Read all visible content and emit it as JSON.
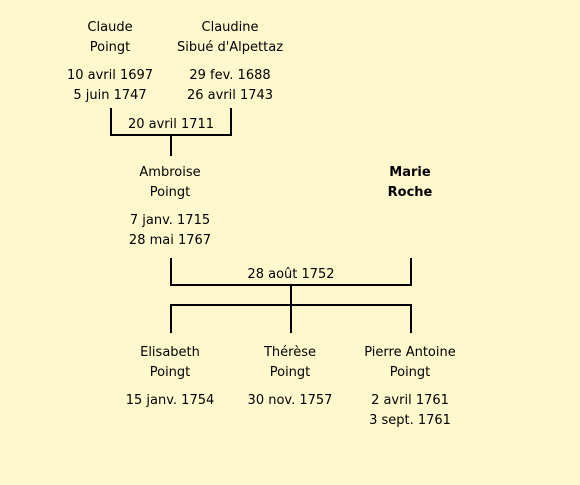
{
  "colors": {
    "background": "#fff8cc",
    "line": "#000000",
    "text": "#000000"
  },
  "parents": {
    "father": {
      "first_name": "Claude",
      "last_name": "Poingt",
      "birth": "10 avril 1697",
      "death": "5 juin 1747"
    },
    "mother": {
      "first_name": "Claudine",
      "last_name": "Sibué d'Alpettaz",
      "birth": "29 fev. 1688",
      "death": "26 avril 1743"
    },
    "marriage_date": "20 avril 1711"
  },
  "couple": {
    "husband": {
      "first_name": "Ambroise",
      "last_name": "Poingt",
      "birth": "7 janv. 1715",
      "death": "28 mai 1767"
    },
    "wife": {
      "first_name": "Marie",
      "last_name": "Roche"
    },
    "marriage_date": "28 août 1752"
  },
  "children": [
    {
      "first_name": "Elisabeth",
      "last_name": "Poingt",
      "birth": "15 janv. 1754"
    },
    {
      "first_name": "Thérèse",
      "last_name": "Poingt",
      "birth": "30 nov. 1757"
    },
    {
      "first_name": "Pierre Antoine",
      "last_name": "Poingt",
      "birth": "2 avril 1761",
      "death": "3 sept. 1761"
    }
  ]
}
